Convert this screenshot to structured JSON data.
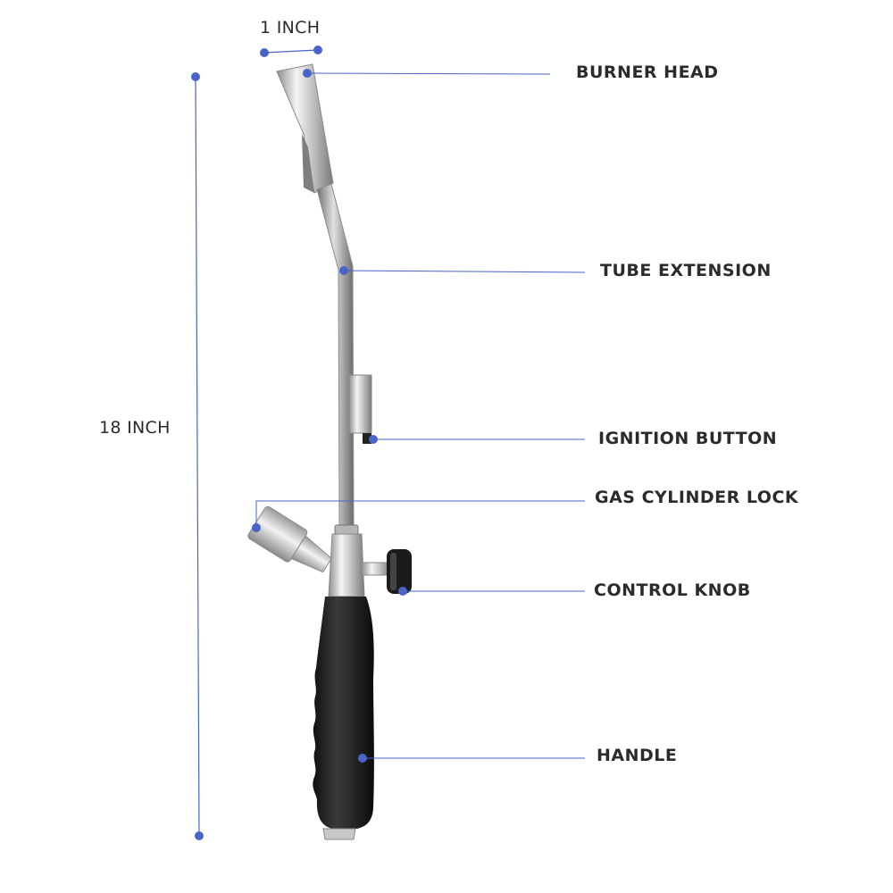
{
  "accent_color": "#4a63c8",
  "dimensions": {
    "width_label": "1 INCH",
    "height_label": "18 INCH"
  },
  "callouts": {
    "burner_head": "BURNER HEAD",
    "tube_extension": "TUBE EXTENSION",
    "ignition_button": "IGNITION BUTTON",
    "gas_cylinder_lock": "GAS CYLINDER LOCK",
    "control_knob": "CONTROL KNOB",
    "handle": "HANDLE"
  }
}
